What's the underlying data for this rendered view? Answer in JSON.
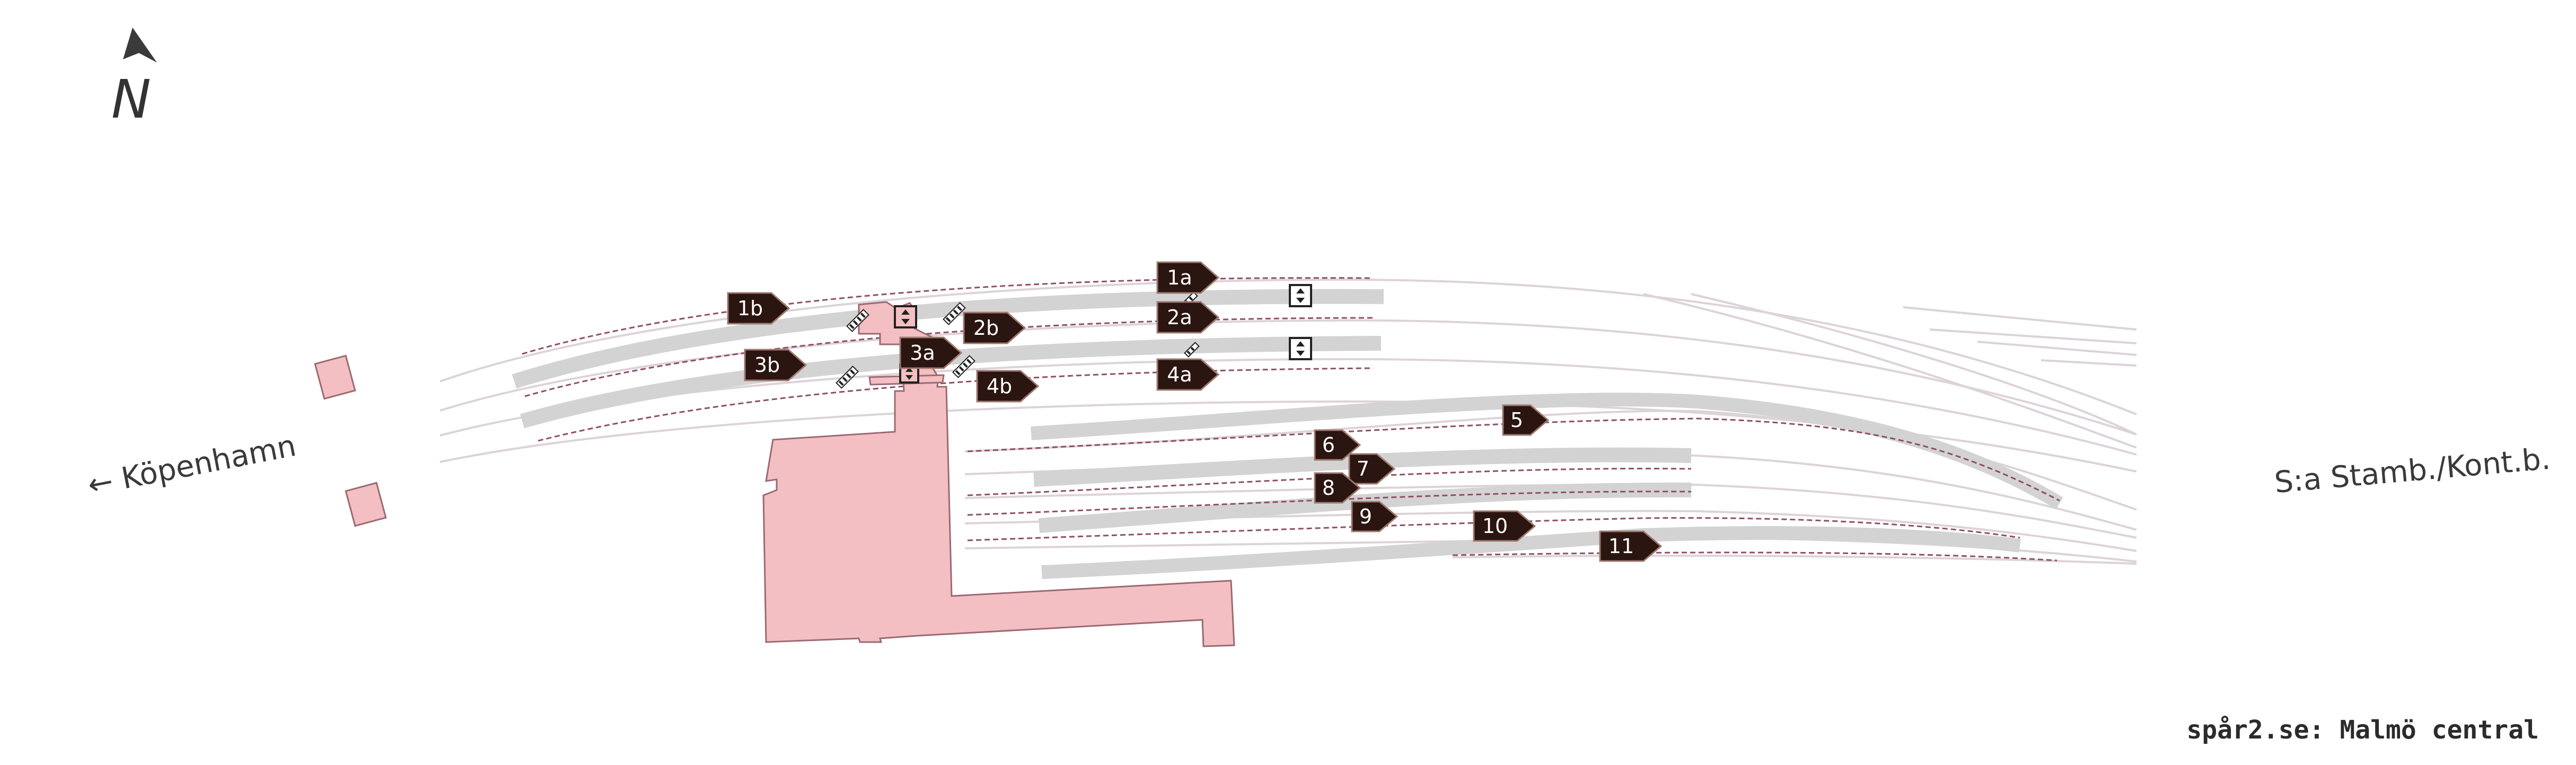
{
  "map": {
    "north_label": "N",
    "west_direction": "← Köpenhamn",
    "east_direction": "S:a Stamb./Kont.b.",
    "credit": "spår2.se: Malmö central",
    "colors": {
      "track": "#dcd3d9",
      "platform": "#d3d3d3",
      "station": "#f4bfc2",
      "station_outline": "#9b6a72",
      "platform_marker": "#2b1510",
      "marker_outline": "#9e7970",
      "platform_edge": "#8e4e66"
    },
    "icons": [
      "north-arrow-icon",
      "stairs-icon",
      "elevator-icon"
    ],
    "platforms": [
      {
        "label": "1a"
      },
      {
        "label": "1b"
      },
      {
        "label": "2a"
      },
      {
        "label": "2b"
      },
      {
        "label": "3a"
      },
      {
        "label": "3b"
      },
      {
        "label": "4a"
      },
      {
        "label": "4b"
      },
      {
        "label": "5"
      },
      {
        "label": "6"
      },
      {
        "label": "7"
      },
      {
        "label": "8"
      },
      {
        "label": "9"
      },
      {
        "label": "10"
      },
      {
        "label": "11"
      }
    ]
  }
}
